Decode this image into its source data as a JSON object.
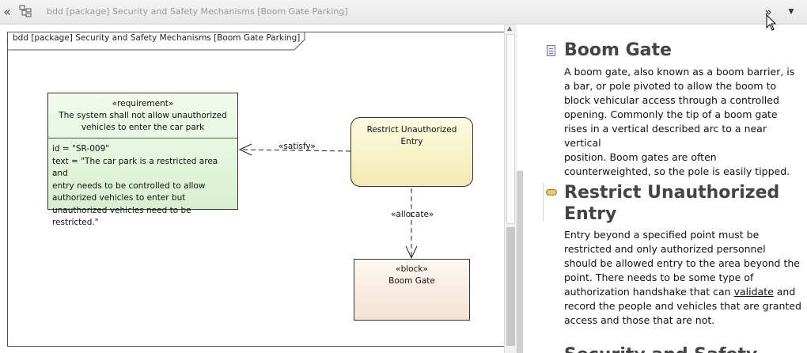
{
  "toolbar": {
    "collapse_glyph": "«",
    "title": "bdd [package] Security and Safety Mechanisms [Boom Gate Parking]",
    "expand_glyph": "»",
    "menu_glyph": "▼"
  },
  "diagram": {
    "frame_title": "bdd  [package] Security and Safety Mechanisms [Boom Gate Parking]",
    "requirement": {
      "stereotype": "«requirement»",
      "name_line1": "The system shall not allow unauthorized",
      "name_line2": "vehicles to enter the car park",
      "id_line": "id = \"SR-009\"",
      "text_line1": "text = \"The car park is a restricted area and",
      "text_line2": "entry needs to be controlled to allow",
      "text_line3": "authorized vehicles to enter but",
      "text_line4": "unauthorized vehicles need to be restricted.\""
    },
    "use_case": {
      "name_line1": "Restrict Unauthorized",
      "name_line2": "Entry"
    },
    "block": {
      "stereotype": "«block»",
      "name": "Boom Gate"
    },
    "satisfy_label": "«satisfy»",
    "allocate_label": "«allocate»"
  },
  "notes": {
    "boom_gate": {
      "heading": "Boom Gate",
      "lines": [
        "A boom gate, also known as a boom barrier, is",
        "a bar, or pole pivoted to allow the boom to",
        "block vehicular access through a controlled",
        "opening. Commonly the tip of a boom gate",
        "rises in a vertical described arc to a near vertical",
        "position. Boom gates are often",
        "counterweighted, so the pole is easily tipped."
      ]
    },
    "restrict": {
      "heading_line1": "Restrict Unauthorized",
      "heading_line2": "Entry",
      "lines": [
        "Entry beyond a specified point must be",
        "restricted and only authorized personnel",
        "should be allowed entry to the area beyond the",
        "point. There needs to be some type of"
      ],
      "line5_pre": "authorization handshake that can ",
      "line5_link": "validate",
      "line5_post": " and",
      "lines_tail": [
        "record the people and vehicles that are granted",
        "access and those that are not."
      ]
    },
    "next_heading_partial": "Security and Safety"
  },
  "colors": {
    "requirement_fill": "#d8f0cf",
    "use_case_fill": "#f3eab4",
    "block_fill": "#f5e2d4",
    "heading": "#444444"
  }
}
